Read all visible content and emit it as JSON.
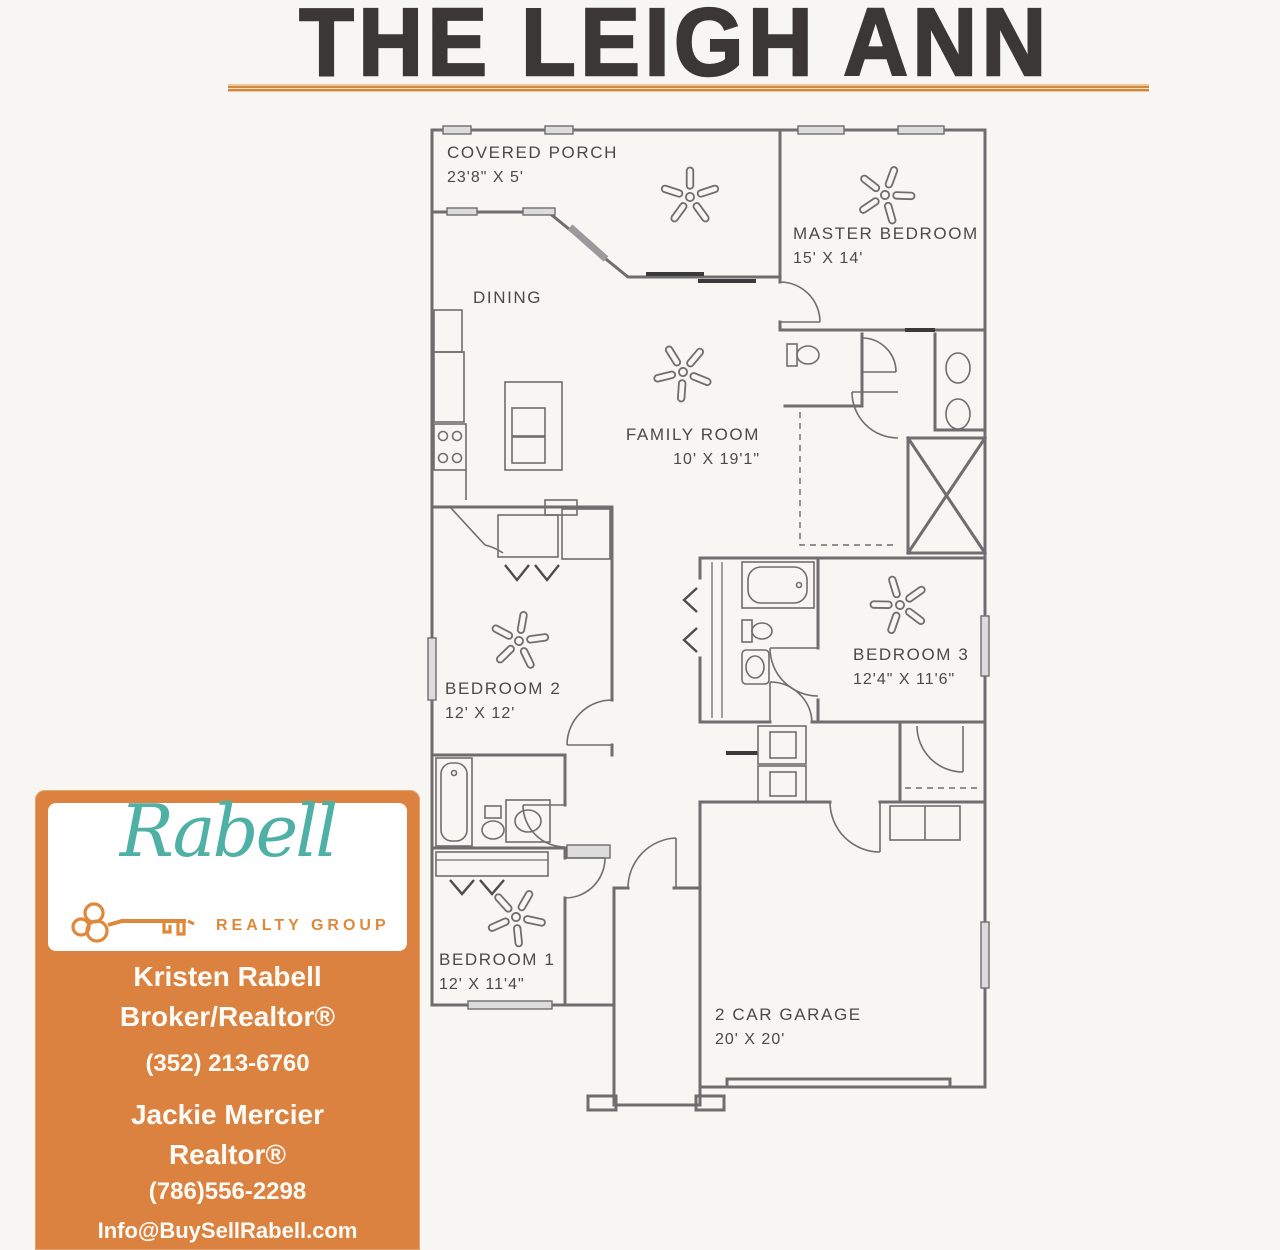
{
  "header": {
    "title": "THE LEIGH ANN",
    "title_color": "#3b3734",
    "rule_color": "#cd893d"
  },
  "floor_plan": {
    "wall_color": "#6e6e6e",
    "label_color": "#4a4a4a",
    "rooms": [
      {
        "id": "covered-porch",
        "name": "COVERED PORCH",
        "dims": "23'8\" X 5'"
      },
      {
        "id": "dining",
        "name": "DINING",
        "dims": ""
      },
      {
        "id": "master-bedroom",
        "name": "MASTER BEDROOM",
        "dims": "15' X 14'"
      },
      {
        "id": "family-room",
        "name": "FAMILY ROOM",
        "dims": "10' X 19'1\""
      },
      {
        "id": "bedroom-2",
        "name": "BEDROOM 2",
        "dims": "12' X 12'"
      },
      {
        "id": "bedroom-3",
        "name": "BEDROOM 3",
        "dims": "12'4\" X 11'6\""
      },
      {
        "id": "bedroom-1",
        "name": "BEDROOM 1",
        "dims": "12' X 11'4\""
      },
      {
        "id": "garage",
        "name": "2 CAR GARAGE",
        "dims": "20' X 20'"
      }
    ],
    "features": [
      "ceiling-fans",
      "bathtubs",
      "toilets",
      "sinks",
      "shower",
      "kitchen-island",
      "stove",
      "washer-dryer",
      "walk-in-closet",
      "front-porch",
      "sliding-glass-door"
    ]
  },
  "agent_card": {
    "background": "#db8240",
    "logo": {
      "brand": "Rabell",
      "tagline": "REALTY GROUP",
      "brand_color": "#4fb0a5",
      "tagline_color": "#e0883a"
    },
    "agents": [
      {
        "name": "Kristen Rabell",
        "title": "Broker/Realtor®",
        "phone": "(352) 213-6760"
      },
      {
        "name": "Jackie Mercier",
        "title": "Realtor®",
        "phone": "(786)556-2298"
      }
    ],
    "email": "Info@BuySellRabell.com"
  }
}
